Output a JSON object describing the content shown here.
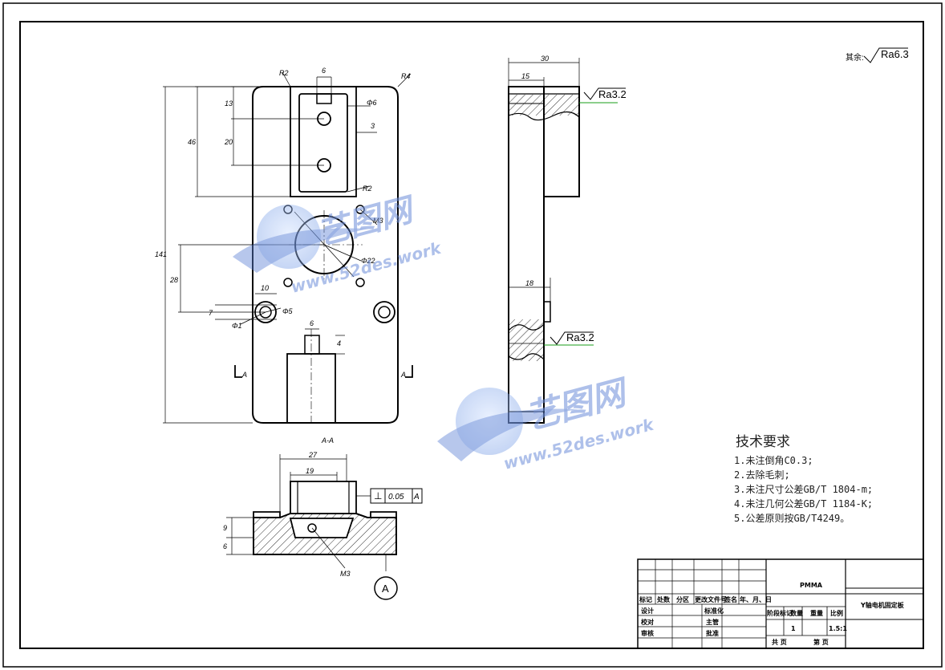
{
  "roughness": {
    "general_prefix": "其余:",
    "general_value": "Ra6.3",
    "top_face": "Ra3.2",
    "mid_face": "Ra3.2"
  },
  "front_view": {
    "dims": {
      "slot_width": "6",
      "corner_r_left": "R2",
      "corner_r_right": "R4",
      "dim_13": "13",
      "dim_20": "20",
      "dim_46": "46",
      "hole_phi6": "Φ6",
      "dim_3": "3",
      "pocket_r": "R2",
      "bolt_m3": "M3",
      "center_phi": "Φ22",
      "dim_141": "141",
      "dim_28": "28",
      "dim_10": "10",
      "dim_7": "7",
      "cbore_phi5": "Φ5",
      "small_phi": "Φ1",
      "dim_6b": "6",
      "dim_4": "4",
      "section_mark_left": "A",
      "section_mark_right": "A"
    }
  },
  "side_view": {
    "dims": {
      "dim_30": "30",
      "dim_15": "15",
      "dim_18": "18"
    }
  },
  "section_view": {
    "title": "A-A",
    "dims": {
      "dim_27": "27",
      "dim_19": "19",
      "dim_9": "9",
      "dim_6": "6",
      "hole_m": "M3"
    },
    "tolerance_symbol": "⊥",
    "tolerance_value": "0.05",
    "tolerance_datum": "A",
    "datum_label": "A"
  },
  "technical_requirements": {
    "title": "技术要求",
    "items": [
      "1.未注倒角C0.3;",
      "2.去除毛刺;",
      "3.未注尺寸公差GB/T 1804-m;",
      "4.未注几何公差GB/T 1184-K;",
      "5.公差原则按GB/T4249。"
    ]
  },
  "title_block": {
    "material": "PMMA",
    "part_name": "Y轴电机固定板",
    "header_cells": [
      "标记",
      "处数",
      "分区",
      "更改文件号",
      "签名",
      "年、月、日"
    ],
    "row_labels": [
      "设计",
      "校对",
      "审核"
    ],
    "mid_labels": [
      "标准化",
      "主管",
      "批准"
    ],
    "stage_headers": [
      "阶段标记",
      "数量",
      "重量",
      "比例"
    ],
    "quantity": "1",
    "scale": "1.5:1",
    "sheets_total": "共 页",
    "sheet_no": "第 页"
  },
  "watermark": {
    "brand": "艺图网",
    "url": "www.52des.work"
  },
  "colors": {
    "line": "#000000",
    "green_leader": "#1a9e1a",
    "watermark": "#6f8fd8",
    "hatch": "#000000"
  }
}
